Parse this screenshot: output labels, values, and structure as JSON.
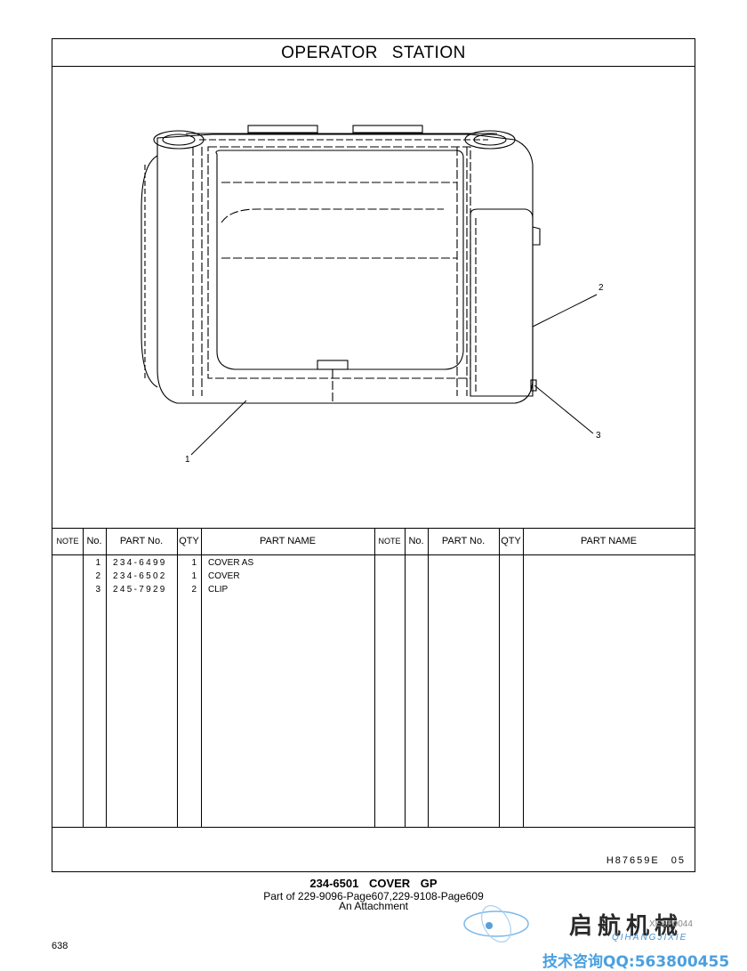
{
  "title": "OPERATOR  STATION",
  "drawing": {
    "callouts": [
      "1",
      "2",
      "3"
    ]
  },
  "table": {
    "headers": {
      "note": "NOTE",
      "no": "No.",
      "part_no": "PART No.",
      "qty": "QTY",
      "part_name": "PART NAME"
    },
    "rows": [
      {
        "no": "1",
        "part_no": "234-6499",
        "qty": "1",
        "name": "COVER AS"
      },
      {
        "no": "2",
        "part_no": "234-6502",
        "qty": "1",
        "name": "COVER"
      },
      {
        "no": "3",
        "part_no": "245-7929",
        "qty": "2",
        "name": "CLIP"
      }
    ]
  },
  "ref_code": "H87659E  05",
  "caption": {
    "line1": "234-6501  COVER GP",
    "line2": "Part of 229-9096-Page607,229-9108-Page609",
    "line3": "An Attachment"
  },
  "page_number": "638",
  "watermark": {
    "chinese": "启航机械",
    "pinyin": "QIHANGJIXIE",
    "code": "XEBP0044",
    "contact": "技术咨询QQ:563800455"
  },
  "colors": {
    "line": "#000000",
    "watermark_blue": "#4aa0e0"
  }
}
